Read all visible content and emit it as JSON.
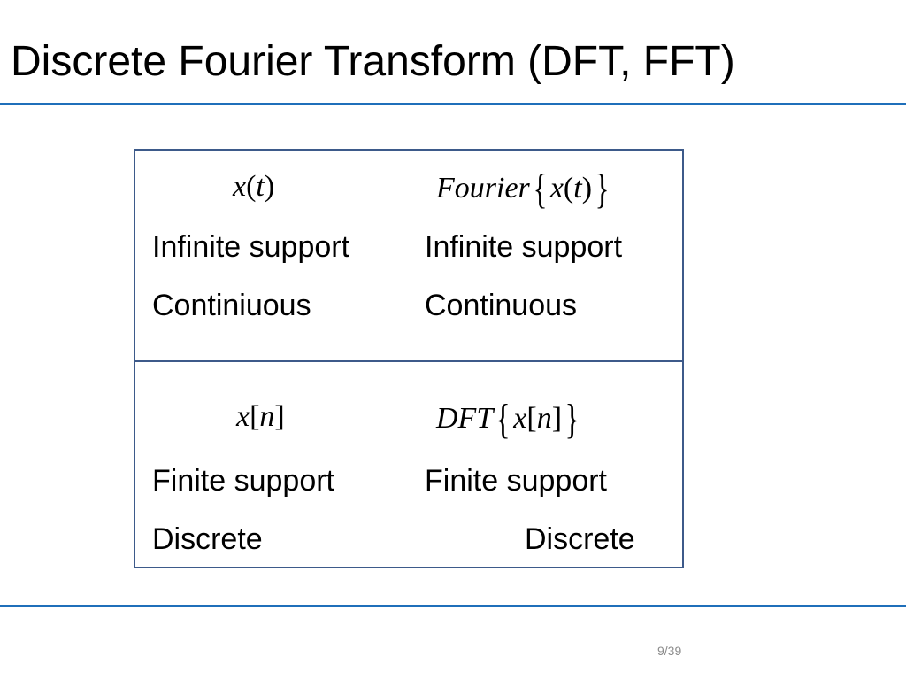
{
  "slide": {
    "title": "Discrete Fourier Transform (DFT, FFT)",
    "page_number": "9/39"
  },
  "colors": {
    "accent_rule": "#1f6fba",
    "table_border": "#3d5a8a"
  },
  "table": {
    "continuous_row": {
      "signal_expr": {
        "func": "x",
        "open": "(",
        "var": "t",
        "close": ")"
      },
      "transform_expr": {
        "op": "Fourier",
        "func": "x",
        "open": "(",
        "var": "t",
        "close": ")",
        "brace_open": "{",
        "brace_close": "}"
      },
      "left_lines": [
        "Infinite support",
        "Continiuous"
      ],
      "right_lines": [
        "Infinite support",
        "Continuous"
      ]
    },
    "discrete_row": {
      "signal_expr": {
        "func": "x",
        "open": "[",
        "var": "n",
        "close": "]"
      },
      "transform_expr": {
        "op": "DFT",
        "func": "x",
        "open": "[",
        "var": "n",
        "close": "]",
        "brace_open": "{",
        "brace_close": "}"
      },
      "left_lines": [
        "Finite support",
        "Discrete"
      ],
      "right_lines": [
        "Finite support",
        "Discrete"
      ]
    }
  }
}
